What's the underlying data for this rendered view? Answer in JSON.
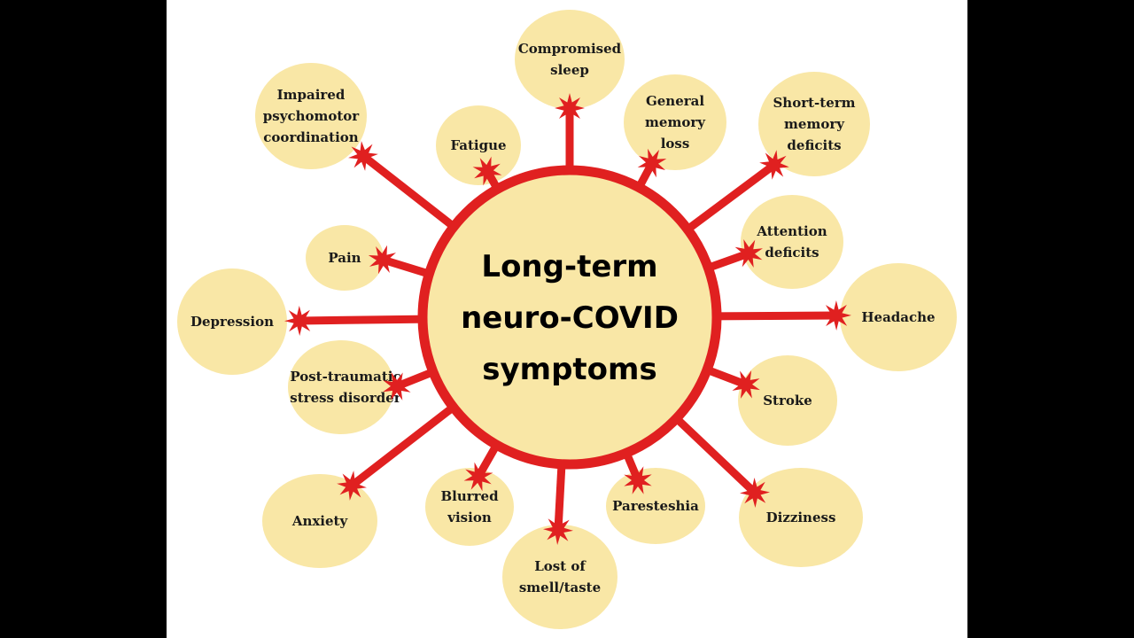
{
  "diagram": {
    "center": {
      "lines": [
        "Long-term",
        "neuro-COVID",
        "symptoms"
      ]
    },
    "symptoms": [
      {
        "id": "compromised-sleep",
        "lines": [
          "Compromised",
          "sleep"
        ]
      },
      {
        "id": "general-memory-loss",
        "lines": [
          "General",
          "memory",
          "loss"
        ]
      },
      {
        "id": "short-term-memory-deficits",
        "lines": [
          "Short-term",
          "memory",
          "deficits"
        ]
      },
      {
        "id": "attention-deficits",
        "lines": [
          "Attention",
          "deficits"
        ]
      },
      {
        "id": "headache",
        "lines": [
          "Headache"
        ]
      },
      {
        "id": "stroke",
        "lines": [
          "Stroke"
        ]
      },
      {
        "id": "dizziness",
        "lines": [
          "Dizziness"
        ]
      },
      {
        "id": "paresteshia",
        "lines": [
          "Paresteshia"
        ]
      },
      {
        "id": "lost-of-smell-taste",
        "lines": [
          "Lost of",
          "smell/taste"
        ]
      },
      {
        "id": "blurred-vision",
        "lines": [
          "Blurred",
          "vision"
        ]
      },
      {
        "id": "anxiety",
        "lines": [
          "Anxiety"
        ]
      },
      {
        "id": "post-traumatic-stress-disorder",
        "lines": [
          "Post-traumatic",
          "stress disorder"
        ]
      },
      {
        "id": "depression",
        "lines": [
          "Depression"
        ]
      },
      {
        "id": "pain",
        "lines": [
          "Pain"
        ]
      },
      {
        "id": "impaired-psychomotor-coordination",
        "lines": [
          "Impaired",
          "psychomotor",
          "coordination"
        ]
      },
      {
        "id": "fatigue",
        "lines": [
          "Fatigue"
        ]
      }
    ],
    "colors": {
      "bubble_fill": "#f9e7a6",
      "connector": "#e02020",
      "center_fill": "#f9e7a6",
      "center_stroke": "#e02020",
      "text": "#1a1a1a",
      "panel_background": "#ffffff",
      "frame_background": "#000000"
    }
  }
}
